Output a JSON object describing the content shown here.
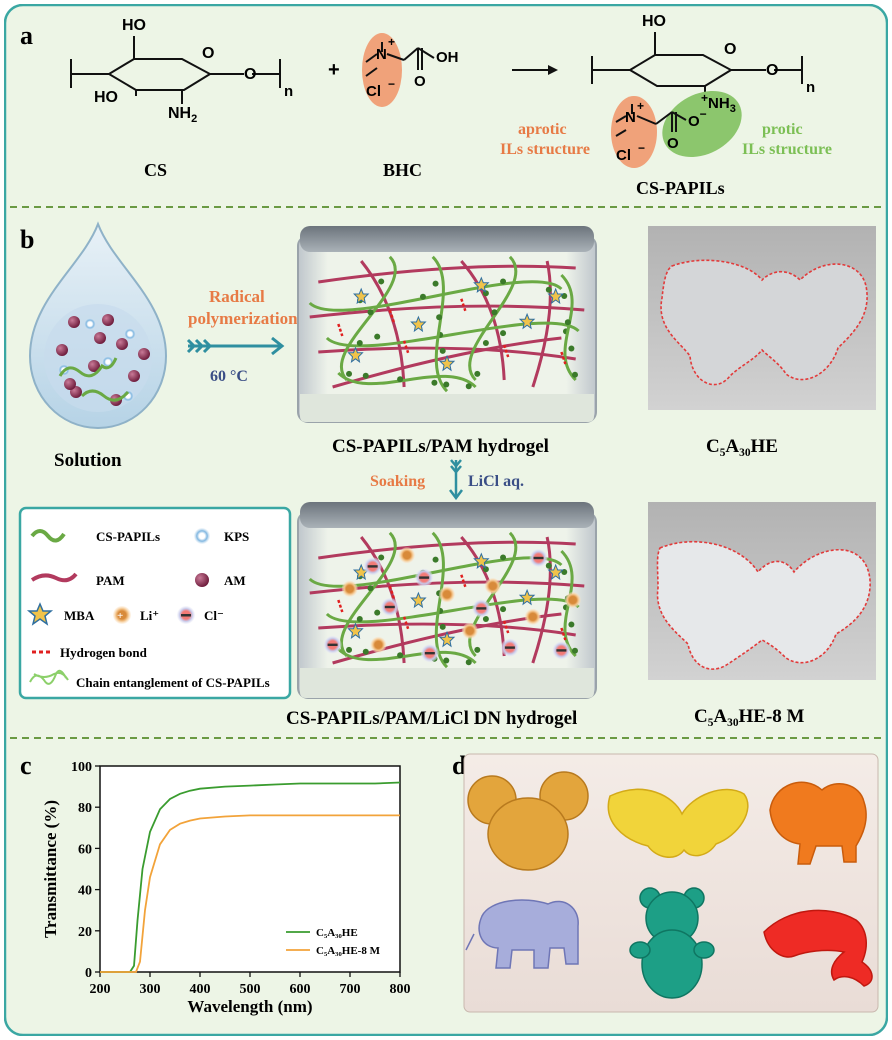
{
  "panels": {
    "a": "a",
    "b": "b",
    "c": "c",
    "d": "d"
  },
  "colors": {
    "frame": "#3aa7a3",
    "bg": "#edf5e6",
    "dash": "#6a9a43",
    "orange": "#f0a27a",
    "green": "#8cc66d",
    "pam": "#b23a5e",
    "chain": "#6aa944",
    "arrow": "#2f8fa0"
  },
  "panel_a": {
    "cs_label": "CS",
    "bhc_label": "BHC",
    "product_label": "CS-PAPILs",
    "aprotic": [
      "aprotic",
      "ILs structure"
    ],
    "protic": [
      "protic",
      "ILs structure"
    ],
    "atoms": {
      "ho": "HO",
      "o": "O",
      "nh2": "NH",
      "nh2_sub": "2",
      "nh3": "NH",
      "nh3_sub": "3",
      "n": "N",
      "cl": "Cl",
      "oh": "OH",
      "n_sub": "n",
      "plus": "+",
      "minus": "−",
      "charge_plus": "+",
      "charge_minus": "−"
    }
  },
  "panel_b": {
    "solution_label": "Solution",
    "radical": [
      "Radical",
      "polymerization"
    ],
    "temp": "60 °C",
    "hydrogel1": "CS-PAPILs/PAM  hydrogel",
    "hydrogel2": "CS-PAPILs/PAM/LiCl DN hydrogel",
    "soaking": "Soaking",
    "licl": "LiCl aq.",
    "photo1": "C₅A₃₀HE",
    "photo2": "C₅A₃₀HE-8 M",
    "legend": {
      "cs_papils": "CS-PAPILs",
      "kps": "KPS",
      "pam": "PAM",
      "am": "AM",
      "mba": "MBA",
      "li": "Li⁺",
      "cl": "Cl⁻",
      "hbond": "Hydrogen bond",
      "entangle": "Chain entanglement of CS-PAPILs"
    }
  },
  "chart_data": {
    "type": "line",
    "xlabel": "Wavelength (nm)",
    "ylabel": "Transmittance (%)",
    "xlim": [
      200,
      800
    ],
    "ylim": [
      0,
      100
    ],
    "xticks": [
      200,
      300,
      400,
      500,
      600,
      700,
      800
    ],
    "yticks": [
      0,
      20,
      40,
      60,
      80,
      100
    ],
    "legend_position": "bottom-right",
    "series": [
      {
        "name": "C₅A₃₀HE",
        "color": "#3a9c2f",
        "x": [
          200,
          260,
          268,
          275,
          285,
          300,
          320,
          340,
          360,
          380,
          400,
          450,
          500,
          550,
          600,
          650,
          700,
          750,
          800
        ],
        "y": [
          0,
          0,
          3,
          25,
          50,
          68,
          79,
          84,
          86.5,
          88,
          89,
          90,
          90.5,
          91,
          91.5,
          91.5,
          91.5,
          91.5,
          92
        ]
      },
      {
        "name": "C₅A₃₀HE-8 M",
        "color": "#f2a33a",
        "x": [
          200,
          272,
          280,
          290,
          300,
          320,
          340,
          360,
          380,
          400,
          450,
          500,
          550,
          600,
          650,
          700,
          750,
          800
        ],
        "y": [
          0,
          0,
          5,
          30,
          46,
          62,
          69,
          72,
          73.5,
          74.5,
          75.5,
          76,
          76,
          76,
          76,
          76,
          76,
          76
        ]
      }
    ]
  },
  "panel_d": {
    "shapes": [
      {
        "name": "mickey",
        "color": "#e3a53c"
      },
      {
        "name": "butterfly",
        "color": "#f1d43a"
      },
      {
        "name": "lion",
        "color": "#f07a1e"
      },
      {
        "name": "elephant",
        "color": "#a7addb"
      },
      {
        "name": "bear",
        "color": "#1d9f86"
      },
      {
        "name": "dolphin",
        "color": "#ee2b25"
      }
    ]
  }
}
